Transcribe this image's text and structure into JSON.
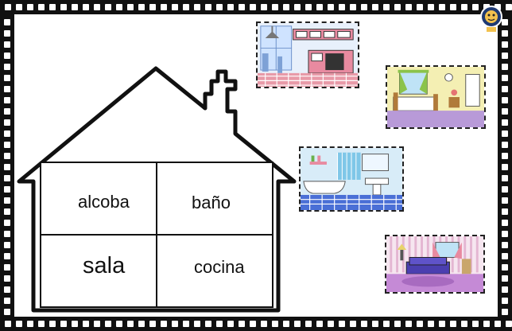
{
  "house": {
    "rooms": [
      {
        "label": "alcoba"
      },
      {
        "label": "baño"
      },
      {
        "label": "sala"
      },
      {
        "label": "cocina"
      }
    ]
  },
  "picture_cards": [
    {
      "icon": "kitchen-picture-icon"
    },
    {
      "icon": "bedroom-picture-icon"
    },
    {
      "icon": "bathroom-picture-icon"
    },
    {
      "icon": "living-room-picture-icon"
    }
  ],
  "colors": {
    "frame": "#111111",
    "background": "#ffffff",
    "kitchen_floor": "#e89aa8",
    "bedroom_floor": "#b89ad8",
    "bathroom_floor": "#4a6fd6",
    "living_floor": "#c58ad6"
  }
}
